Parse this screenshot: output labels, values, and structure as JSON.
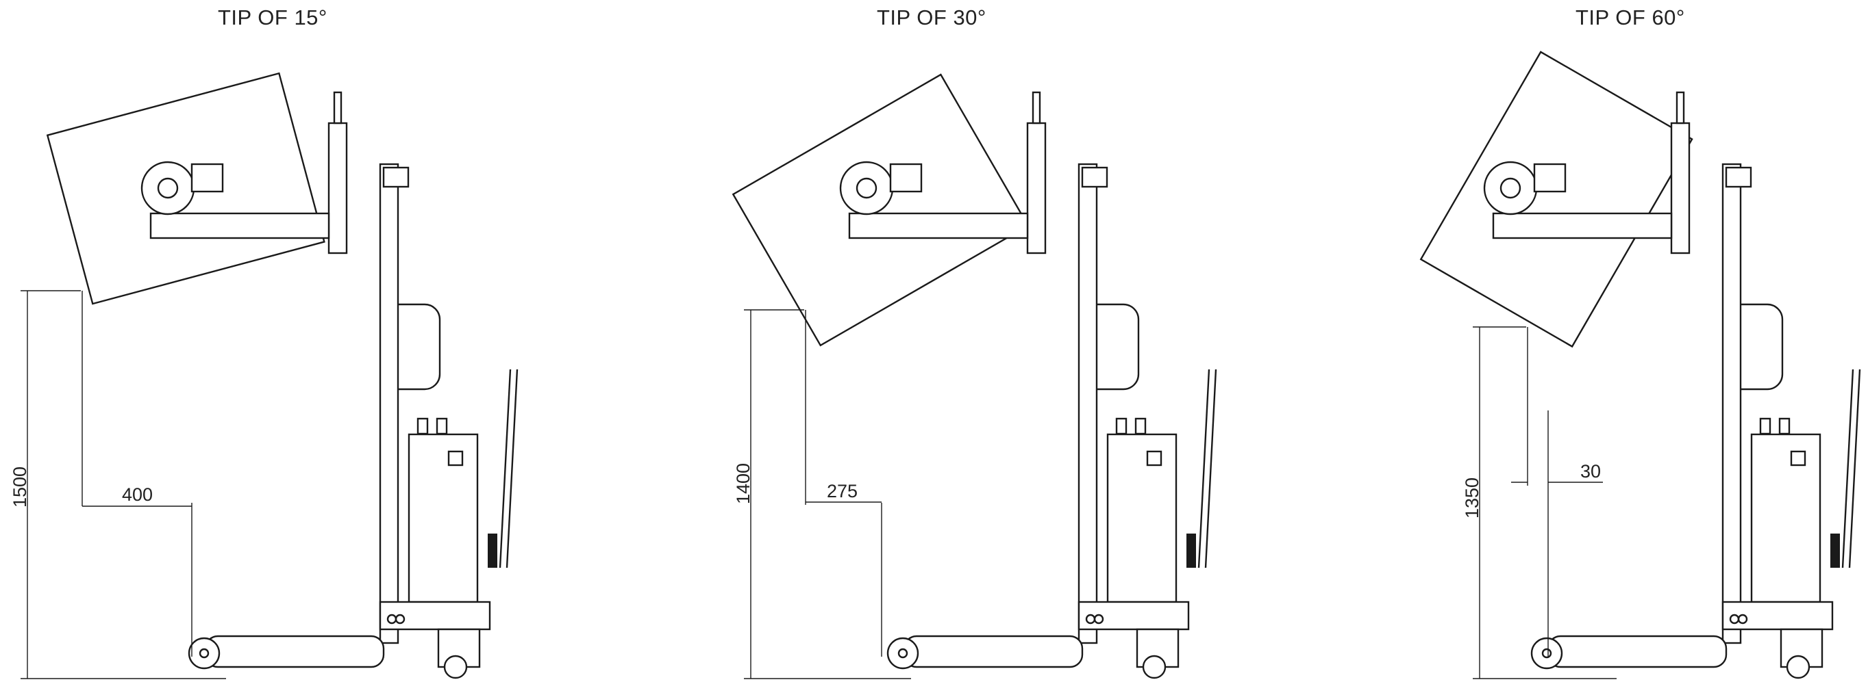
{
  "panels": [
    {
      "title": "TIP OF 15°",
      "height_dim": "1500",
      "horizontal_dim": "400",
      "tip_angle_deg": 15
    },
    {
      "title": "TIP OF 30°",
      "height_dim": "1400",
      "horizontal_dim": "275",
      "tip_angle_deg": 30
    },
    {
      "title": "TIP OF 60°",
      "height_dim": "1350",
      "horizontal_dim": "30",
      "tip_angle_deg": 60
    }
  ],
  "colors": {
    "line": "#1a1a1a",
    "background": "#ffffff"
  }
}
